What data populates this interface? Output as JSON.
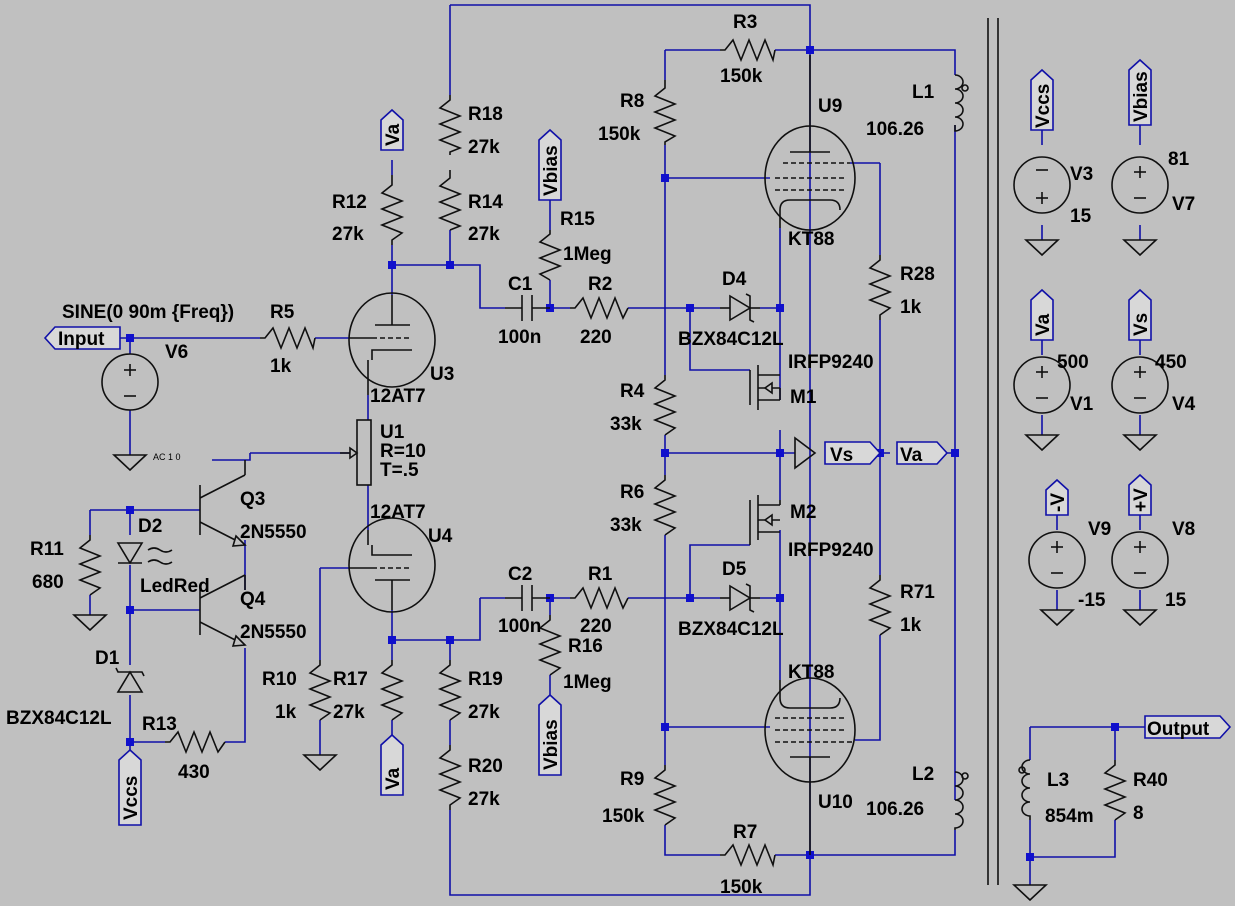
{
  "nets": {
    "input": "Input",
    "va": "Va",
    "vs": "Vs",
    "vbias": "Vbias",
    "vccs": "Vccs",
    "neg_v": "-V",
    "pos_v": "+V",
    "output": "Output"
  },
  "components": {
    "r3": {
      "ref": "R3",
      "value": "150k"
    },
    "l1": {
      "ref": "L1",
      "value": "106.26"
    },
    "r8": {
      "ref": "R8",
      "value": "150k"
    },
    "u9": {
      "ref": "U9",
      "value": "KT88"
    },
    "r18": {
      "ref": "R18",
      "value": "27k"
    },
    "r14": {
      "ref": "R14",
      "value": "27k"
    },
    "r12": {
      "ref": "R12",
      "value": "27k"
    },
    "r15": {
      "ref": "R15",
      "value": "1Meg"
    },
    "c1": {
      "ref": "C1",
      "value": "100n"
    },
    "r2": {
      "ref": "R2",
      "value": "220"
    },
    "d4": {
      "ref": "D4",
      "value": "BZX84C12L"
    },
    "m1": {
      "ref": "M1",
      "value": "IRFP9240"
    },
    "r28": {
      "ref": "R28",
      "value": "1k"
    },
    "r4": {
      "ref": "R4",
      "value": "33k"
    },
    "r6": {
      "ref": "R6",
      "value": "33k"
    },
    "m2": {
      "ref": "M2",
      "value": "IRFP9240"
    },
    "d5": {
      "ref": "D5",
      "value": "BZX84C12L"
    },
    "r71": {
      "ref": "R71",
      "value": "1k"
    },
    "c2": {
      "ref": "C2",
      "value": "100n"
    },
    "r1": {
      "ref": "R1",
      "value": "220"
    },
    "r16": {
      "ref": "R16",
      "value": "1Meg"
    },
    "u10": {
      "ref": "U10",
      "value": "KT88"
    },
    "l2": {
      "ref": "L2",
      "value": "106.26"
    },
    "r9": {
      "ref": "R9",
      "value": "150k"
    },
    "r7": {
      "ref": "R7",
      "value": "150k"
    },
    "r19": {
      "ref": "R19",
      "value": "27k"
    },
    "r20": {
      "ref": "R20",
      "value": "27k"
    },
    "r17": {
      "ref": "R17",
      "value": "27k"
    },
    "r10": {
      "ref": "R10",
      "value": "1k"
    },
    "u4": {
      "ref": "U4",
      "value": "12AT7"
    },
    "u3": {
      "ref": "U3",
      "value": "12AT7"
    },
    "u1": {
      "ref": "U1",
      "r": "R=10",
      "t": "T=.5"
    },
    "v6": {
      "ref": "V6",
      "value": "SINE(0 90m {Freq})",
      "ac": "AC 1 0"
    },
    "r5": {
      "ref": "R5",
      "value": "1k"
    },
    "q3": {
      "ref": "Q3",
      "value": "2N5550"
    },
    "d2": {
      "ref": "D2",
      "value": "LedRed"
    },
    "r11": {
      "ref": "R11",
      "value": "680"
    },
    "q4": {
      "ref": "Q4",
      "value": "2N5550"
    },
    "d1": {
      "ref": "D1",
      "value": "BZX84C12L"
    },
    "r13": {
      "ref": "R13",
      "value": "430"
    },
    "v3": {
      "ref": "V3",
      "value": "15"
    },
    "v7": {
      "ref": "V7",
      "value": "81"
    },
    "v1": {
      "ref": "V1",
      "value": "500"
    },
    "v4": {
      "ref": "V4",
      "value": "450"
    },
    "v9": {
      "ref": "V9",
      "value": "-15"
    },
    "v8": {
      "ref": "V8",
      "value": "15"
    },
    "l3": {
      "ref": "L3",
      "value": "854m"
    },
    "r40": {
      "ref": "R40",
      "value": "8"
    }
  }
}
